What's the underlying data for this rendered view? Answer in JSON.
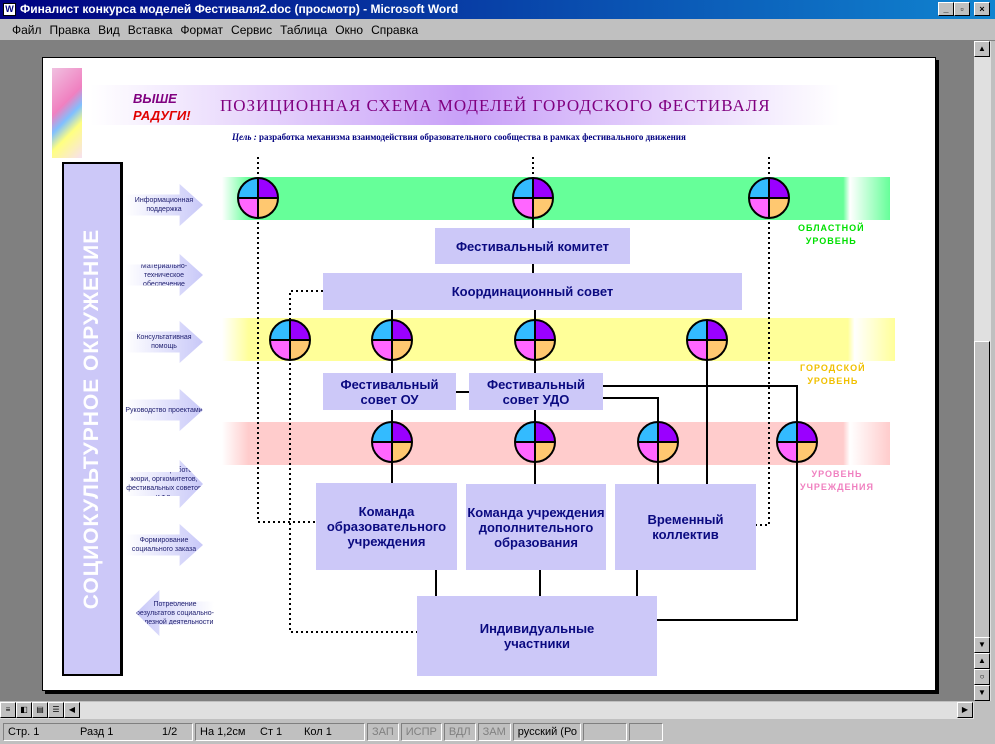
{
  "window": {
    "title": "Финалист конкурса моделей Фестиваля2.doc (просмотр) - Microsoft Word"
  },
  "menu": [
    "Файл",
    "Правка",
    "Вид",
    "Вставка",
    "Формат",
    "Сервис",
    "Таблица",
    "Окно",
    "Справка"
  ],
  "doc": {
    "logo_text": [
      "ВЫШЕ",
      "РАДУГИ!"
    ],
    "title": "ПОЗИЦИОННАЯ СХЕМА МОДЕЛЕЙ ГОРОДСКОГО ФЕСТИВАЛЯ",
    "goal_label": "Цель :",
    "goal_text": "разработка механизма взаимодействия образовательного сообщества в рамках фестивального движения",
    "side_label": "СОЦИОКУЛЬТУРНОЕ ОКРУЖЕНИЕ",
    "arrows": [
      "Информационная поддержка",
      "Материально-техническое обеспечение",
      "Консультативная помощь",
      "Руководство проектами",
      "Участие в работе жюри, оргкомитетов, фестивальных советов и т.д.",
      "Формирование социального заказа",
      "Потребление результатов социально-полезной деятельности"
    ],
    "levels": {
      "regional": [
        "ОБЛАСТНОЙ",
        "УРОВЕНЬ"
      ],
      "city": [
        "ГОРОДСКОЙ",
        "УРОВЕНЬ"
      ],
      "institution": [
        "УРОВЕНЬ",
        "УЧРЕЖДЕНИЯ"
      ]
    },
    "boxes": {
      "committee": "Фестивальный комитет",
      "coord": "Координационный совет",
      "council_ou": "Фестивальный совет ОУ",
      "council_udo": "Фестивальный совет УДО",
      "team_ou": "Команда образовательного учреждения",
      "team_udo": "Команда учреждения дополнительного образования",
      "temp": "Временный коллектив",
      "individual": "Индивидуальные участники"
    },
    "colors": {
      "regional": "#66ff99",
      "city": "#ffff99",
      "institution": "#ffcccc",
      "box": "#ccc8f8"
    }
  },
  "status": {
    "page": "Стр. 1",
    "section": "Разд 1",
    "pages": "1/2",
    "at": "На 1,2см",
    "line": "Ст 1",
    "col": "Кол 1",
    "rec": "ЗАП",
    "trk": "ИСПР",
    "ext": "ВДЛ",
    "ovr": "ЗАМ",
    "lang": "русский (Ро"
  }
}
